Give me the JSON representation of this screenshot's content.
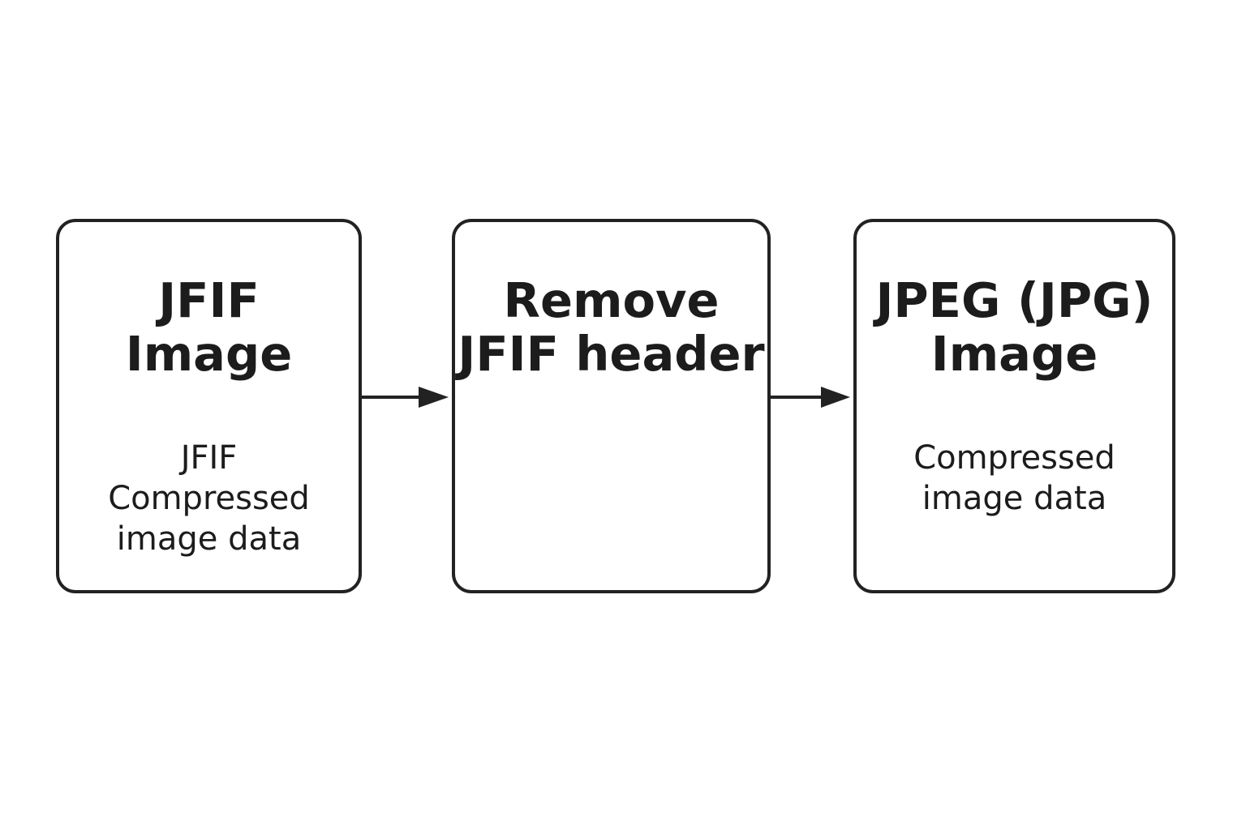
{
  "steps": [
    {
      "title_lines": [
        "JFIF",
        "Image"
      ],
      "body_lines": [
        "JFIF",
        "Compressed",
        "image data"
      ]
    },
    {
      "title_lines": [
        "Remove",
        "JFIF header"
      ],
      "body_lines": []
    },
    {
      "title_lines": [
        "JPEG (JPG)",
        "Image"
      ],
      "body_lines": [
        "Compressed",
        "image data"
      ]
    }
  ],
  "colors": {
    "stroke": "#222222",
    "text": "#1c1c1c",
    "background": "#ffffff"
  }
}
